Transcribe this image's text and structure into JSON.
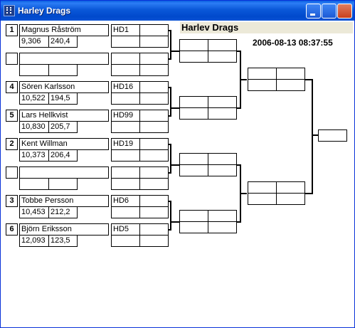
{
  "window": {
    "title": "Harley Drags",
    "buttons": {
      "minimize": "",
      "maximize": "",
      "close": ""
    }
  },
  "heading": "Harlev Drags",
  "datetime": "2006-08-13 08:37:55",
  "round1": [
    {
      "seed": "1",
      "name": "Magnus Råström",
      "time": "9,306",
      "speed": "240,4",
      "opponent": "HD1"
    },
    {
      "seed": "",
      "name": "",
      "time": "",
      "speed": "",
      "opponent": ""
    },
    {
      "seed": "4",
      "name": "Sören Karlsson",
      "time": "10,522",
      "speed": "194,5",
      "opponent": "HD16"
    },
    {
      "seed": "5",
      "name": "Lars Hellkvist",
      "time": "10,830",
      "speed": "205,7",
      "opponent": "HD99"
    },
    {
      "seed": "2",
      "name": "Kent Willman",
      "time": "10,373",
      "speed": "206,4",
      "opponent": "HD19"
    },
    {
      "seed": "",
      "name": "",
      "time": "",
      "speed": "",
      "opponent": ""
    },
    {
      "seed": "3",
      "name": "Tobbe Persson",
      "time": "10,453",
      "speed": "212,2",
      "opponent": "HD6"
    },
    {
      "seed": "6",
      "name": "Björn Eriksson",
      "time": "12,093",
      "speed": "123,5",
      "opponent": "HD5"
    }
  ]
}
